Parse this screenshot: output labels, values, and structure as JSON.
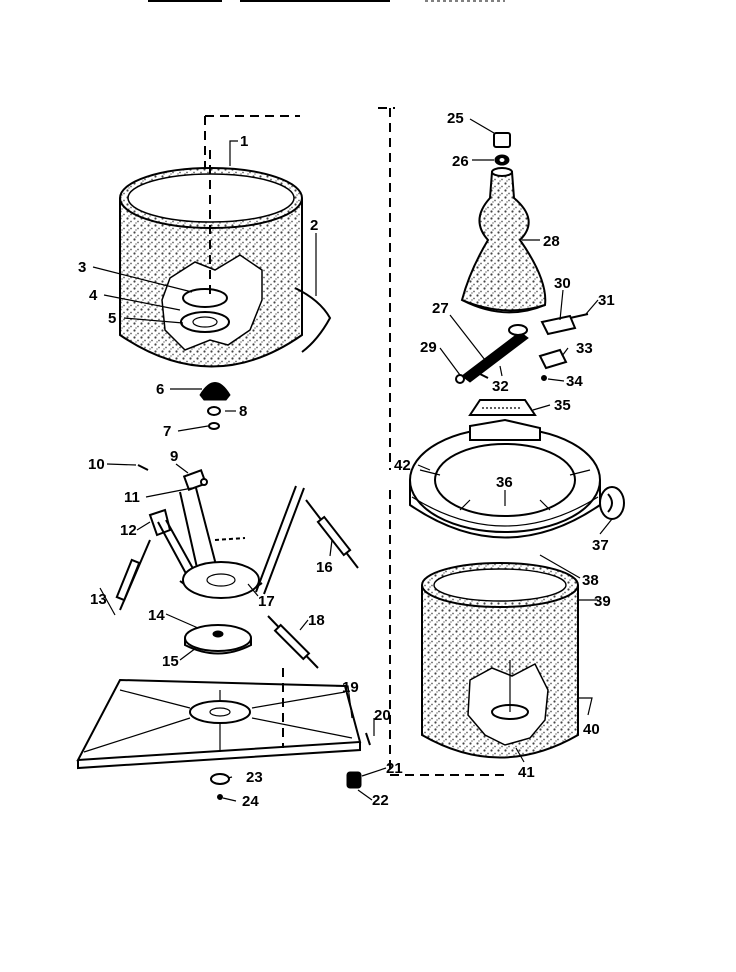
{
  "callouts": [
    "1",
    "2",
    "3",
    "4",
    "5",
    "6",
    "8",
    "7",
    "10",
    "9",
    "11",
    "12",
    "17",
    "16",
    "13",
    "14",
    "18",
    "15",
    "19",
    "20",
    "21",
    "22",
    "23",
    "24",
    "25",
    "26",
    "28",
    "27",
    "30",
    "31",
    "29",
    "32",
    "33",
    "34",
    "35",
    "42",
    "36",
    "37",
    "38",
    "39",
    "40",
    "41"
  ],
  "colors": {
    "ink": "#000000",
    "paper": "#ffffff",
    "speckle": "#555555"
  }
}
